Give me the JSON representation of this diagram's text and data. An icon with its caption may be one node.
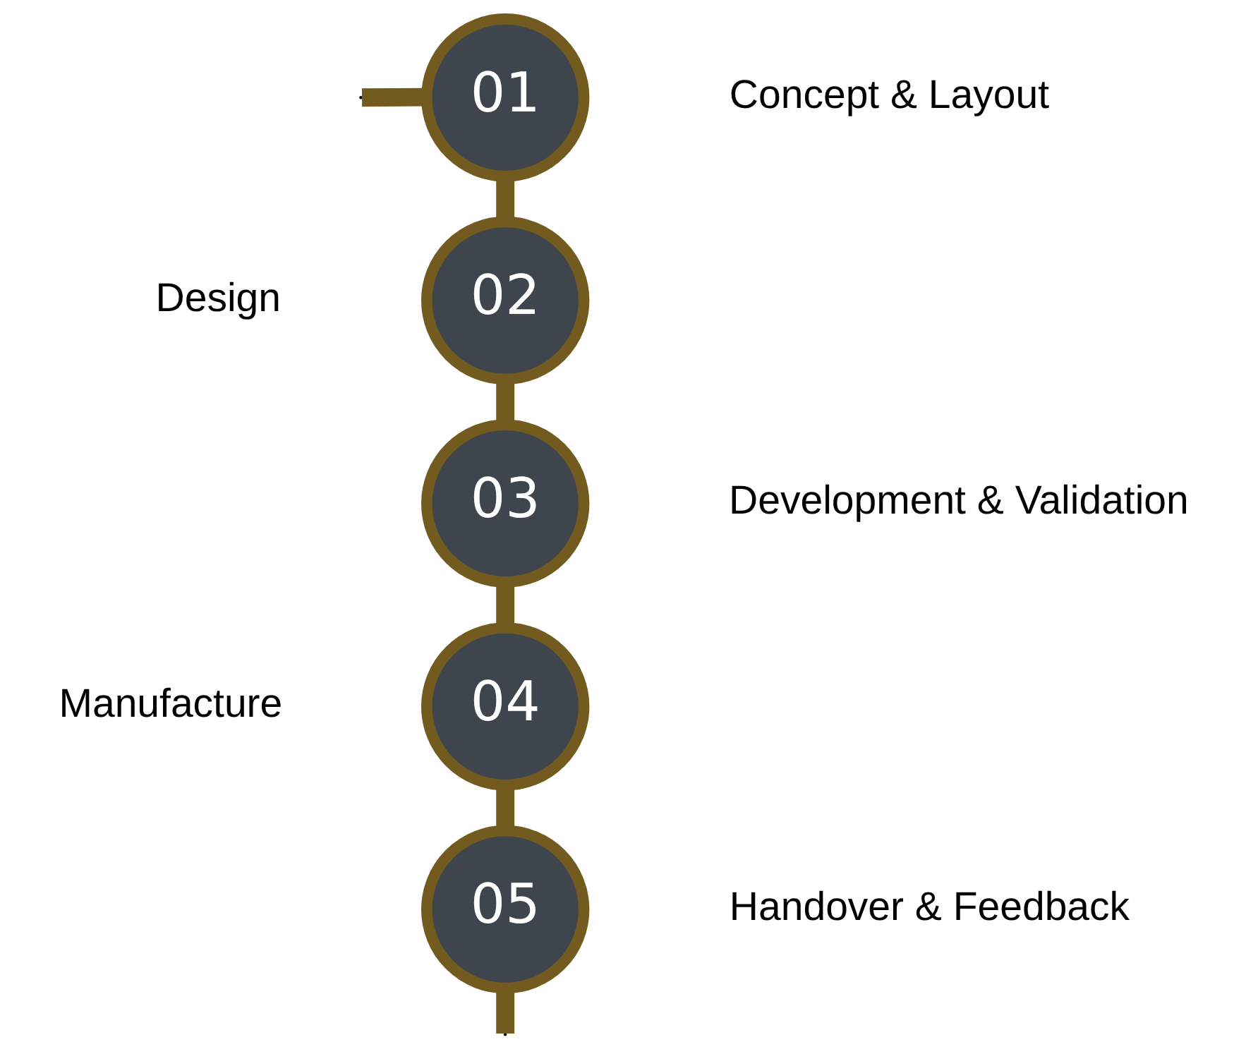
{
  "diagram": {
    "nodes": [
      {
        "text": [
          "01"
        ],
        "beside": [
          "Concept & Layout"
        ]
      },
      {
        "text": [
          "02"
        ],
        "beside": [
          "Design"
        ]
      },
      {
        "text": [
          "03"
        ],
        "beside": [
          "Development & Validation"
        ]
      },
      {
        "text": [
          "04"
        ],
        "beside": [
          "Manufacture"
        ]
      },
      {
        "text": [
          "05"
        ],
        "beside": [
          "Handover & Feedback"
        ]
      }
    ],
    "edges": [
      {
        "from": null,
        "to": 0,
        "arrow": "none"
      },
      {
        "from": 0,
        "to": 1,
        "arrow": "none"
      },
      {
        "from": 1,
        "to": 2,
        "arrow": "none"
      },
      {
        "from": 2,
        "to": 3,
        "arrow": "none"
      },
      {
        "from": 3,
        "to": 4,
        "arrow": "none"
      },
      {
        "from": 4,
        "to": null,
        "arrow": "none"
      }
    ]
  }
}
